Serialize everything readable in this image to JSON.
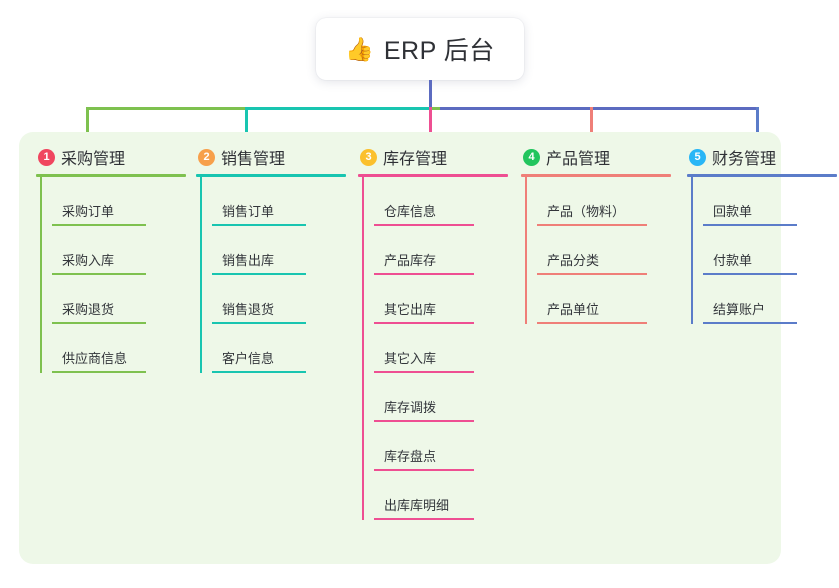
{
  "root": {
    "icon": "thumbs-up-icon",
    "emoji": "👍",
    "title": "ERP 后台"
  },
  "colors": {
    "panel_bg": "#eef8e8",
    "root_line": "#5c6bc0",
    "columns": [
      "#7ec14f",
      "#18c5b0",
      "#ee4f92",
      "#ef7f78",
      "#5b7cc9"
    ],
    "badges": [
      "#f0465f",
      "#f7a04b",
      "#fbc02d",
      "#22c55e",
      "#29b6f6"
    ]
  },
  "columns": [
    {
      "index": "1",
      "title": "采购管理",
      "accent": "#7ec14f",
      "badge_color": "#f0465f",
      "items": [
        "采购订单",
        "采购入库",
        "采购退货",
        "供应商信息"
      ]
    },
    {
      "index": "2",
      "title": "销售管理",
      "accent": "#18c5b0",
      "badge_color": "#f7a04b",
      "items": [
        "销售订单",
        "销售出库",
        "销售退货",
        "客户信息"
      ]
    },
    {
      "index": "3",
      "title": "库存管理",
      "accent": "#ee4f92",
      "badge_color": "#fbc02d",
      "items": [
        "仓库信息",
        "产品库存",
        "其它出库",
        "其它入库",
        "库存调拨",
        "库存盘点",
        "出库库明细"
      ]
    },
    {
      "index": "4",
      "title": "产品管理",
      "accent": "#ef7f78",
      "badge_color": "#22c55e",
      "items": [
        "产品（物料）",
        "产品分类",
        "产品单位"
      ]
    },
    {
      "index": "5",
      "title": "财务管理",
      "accent": "#5b7cc9",
      "badge_color": "#29b6f6",
      "items": [
        "回款单",
        "付款单",
        "结算账户"
      ]
    }
  ]
}
